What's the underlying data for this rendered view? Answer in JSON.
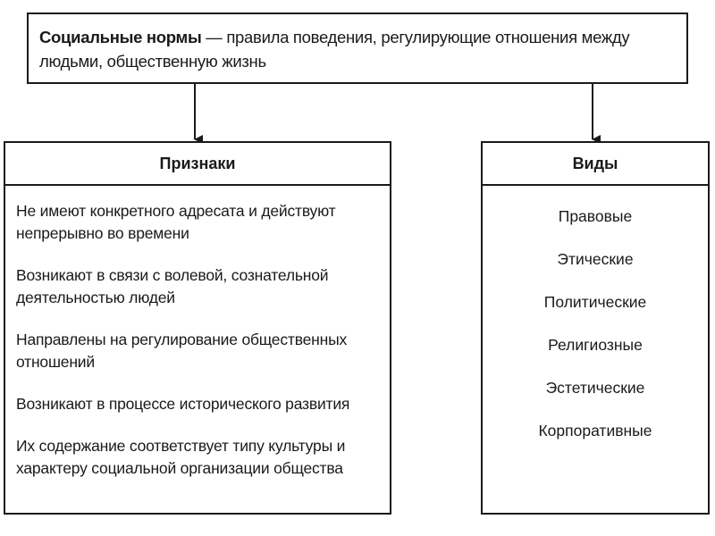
{
  "definition": {
    "term": "Социальные нормы",
    "dash": " — ",
    "text": "правила поведения, регулирующие отношения между людьми, общественную жизнь"
  },
  "features": {
    "header": "Признаки",
    "items": [
      "Не имеют конкретного адресата и действуют непрерывно во времени",
      "Возникают в связи с волевой, сознательной деятельностью людей",
      "Направлены на регулирование общественных отношений",
      "Возникают в процессе исторического развития",
      "Их содержание соответствует типу культуры и характеру социальной организации общества"
    ]
  },
  "types": {
    "header": "Виды",
    "items": [
      "Правовые",
      "Этические",
      "Политические",
      "Религиозные",
      "Эстетические",
      "Корпоративные"
    ]
  }
}
